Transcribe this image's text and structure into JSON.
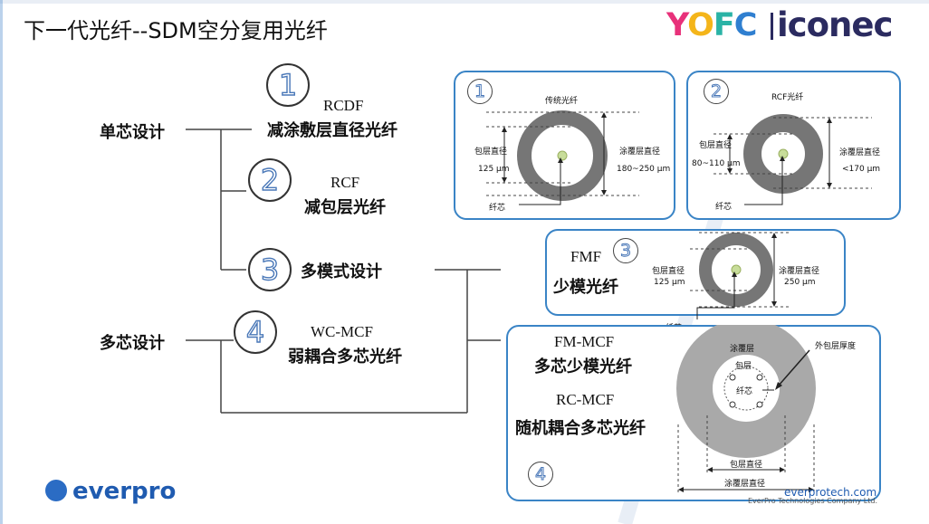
{
  "title": "下一代光纤--SDM空分复用光纤",
  "logos": {
    "yofc": [
      "Y",
      "O",
      "F",
      "C"
    ],
    "iconec": "iconec",
    "everpro": "everpro"
  },
  "categories": {
    "single_core": "单芯设计",
    "multi_core": "多芯设计"
  },
  "items": [
    {
      "num": "1",
      "en": "RCDF",
      "cn": "减涂敷层直径光纤"
    },
    {
      "num": "2",
      "en": "RCF",
      "cn": "减包层光纤"
    },
    {
      "num": "3",
      "en": "",
      "cn": "多模式设计"
    },
    {
      "num": "4",
      "en": "WC-MCF",
      "cn": "弱耦合多芯光纤"
    }
  ],
  "panel1": {
    "num": "1",
    "title": "传统光纤",
    "cladding_label": "包层直径",
    "cladding_value": "125 μm",
    "coating_label": "涂覆层直径",
    "coating_value": "180~250 μm",
    "core_label": "纤芯"
  },
  "panel2": {
    "num": "2",
    "title": "RCF光纤",
    "cladding_label": "包层直径",
    "cladding_value": "80~110 μm",
    "coating_label": "涂覆层直径",
    "coating_value": "<170 μm",
    "core_label": "纤芯"
  },
  "panel3": {
    "num": "3",
    "en": "FMF",
    "cn": "少模光纤",
    "cladding_label": "包层直径",
    "cladding_value": "125 μm",
    "coating_label": "涂覆层直径",
    "coating_value": "250 μm",
    "core_label": "纤芯"
  },
  "panel4": {
    "num": "4",
    "en1": "FM-MCF",
    "cn1": "多芯少模光纤",
    "en2": "RC-MCF",
    "cn2": "随机耦合多芯光纤",
    "coating_label": "涂覆层",
    "outer_label": "外包层厚度",
    "cladding_label": "包层",
    "core_label": "纤芯",
    "cladding_diam": "包层直径",
    "coating_diam": "涂覆层直径"
  },
  "footer": {
    "website": "everprotech.com",
    "company": "EverPro Technologies Company Ltd."
  },
  "colors": {
    "accent": "#3a84c6",
    "coating": "#767676",
    "panel4_coating": "#a9a9a9",
    "core": "#c8dd9a"
  }
}
